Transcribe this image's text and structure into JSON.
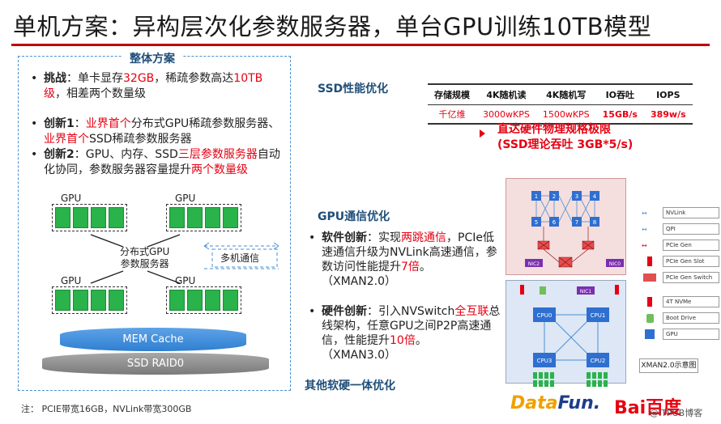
{
  "title": "单机方案：异构层次化参数服务器，单台GPU训练10TB模型",
  "left": {
    "heading": "整体方案",
    "b1_label": "挑战",
    "b1_t1": "：单卡显存",
    "b1_r1": "32GB",
    "b1_t2": "，稀疏参数高达",
    "b1_r2": "10TB",
    "b1_r3": "级",
    "b1_t3": "，相差两个数量级",
    "b2_label": "创新1",
    "b2_t1": "：",
    "b2_r1": "业界首个",
    "b2_t2": "分布式GPU稀疏参数服务器、",
    "b2_r2": "业界首个",
    "b2_t3": "SSD稀疏参数服务器",
    "b3_label": "创新2",
    "b3_t1": "：GPU、内存、SSD",
    "b3_r1": "三层参数服务器",
    "b3_t2": "自动化协同，参数服务器容量提升",
    "b3_r2": "两个数量级",
    "gpu_label": "GPU",
    "dist_ps": "分布式GPU\n参数服务器",
    "multi_comm": "多机通信",
    "mem_cache": "MEM Cache",
    "ssd_raid": "SSD RAID0",
    "note": "注： PCIE带宽16GB，NVLink带宽300GB"
  },
  "ssd": {
    "heading": "SSD性能优化",
    "headers": [
      "存储规模",
      "4K随机读",
      "4K随机写",
      "IO吞吐",
      "IOPS"
    ],
    "row": [
      "千亿维",
      "3000wKPS",
      "1500wKPS",
      "15GB/s",
      "389w/s"
    ],
    "claim1": "直达硬件物理规格极限",
    "claim2": "(SSD理论吞吐 3GB*5/s)"
  },
  "gpu_comm": {
    "heading": "GPU通信优化",
    "s1_label": "软件创新",
    "s1_t1": "：实现",
    "s1_r1": "两跳通信",
    "s1_t2": "，PCIe低速通信升级为NVLink高速通信，参数访问性能提升",
    "s1_r2": "7倍",
    "s1_t3": "。",
    "s1_x": "（XMAN2.0）",
    "s2_label": "硬件创新",
    "s2_t1": "：引入NVSwitch",
    "s2_r1": "全互联",
    "s2_t2": "总线架构，任意GPU之间P2P高速通信，性能提升",
    "s2_r2": "10倍",
    "s2_t3": "。",
    "s2_x": "（XMAN3.0）",
    "other": "其他软硬一体优化"
  },
  "diagram": {
    "legend": [
      "NVLink",
      "QPI",
      "PCIe Gen",
      "PCIe Gen Slot",
      "PCIe Gen Switch",
      "4T NVMe",
      "Boot Drive",
      "GPU"
    ],
    "nic2": "NIC2",
    "nic0": "NIC0",
    "nic1": "NIC1",
    "cpu0": "CPU0",
    "cpu1": "CPU1",
    "cpu2": "CPU2",
    "cpu3": "CPU3",
    "gpu_nums": [
      "1",
      "2",
      "3",
      "4",
      "5",
      "6",
      "7",
      "8"
    ],
    "caption": "XMAN2.0示意图"
  },
  "logos": {
    "datafun_a": "Data",
    "datafun_b": "Fun.",
    "baidu": "Bai百度",
    "watermark": "@ITPUB博客"
  },
  "colors": {
    "accent_red": "#e60012",
    "navy": "#1f4e79",
    "gpu_green": "#29b34a",
    "mem_blue": "#2f7fd1"
  }
}
